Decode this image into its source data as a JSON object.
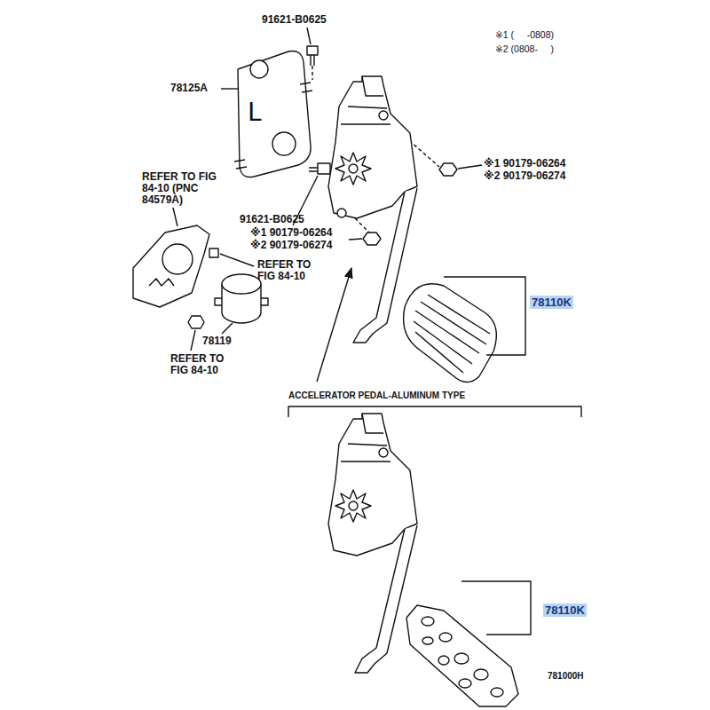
{
  "diagram": {
    "labels": [
      "91621-B0625",
      "※1 (     -0808)",
      "※2 (0808-     )",
      "78125A",
      "L",
      "REFER TO FIG 84-10 (PNC 84579A)",
      "※1 90179-06264",
      "※2 90179-06274",
      "91621-B0625",
      "※1 90179-06264",
      "※2 90179-06274",
      "REFER TO FIG 84-10",
      "78110K",
      "78119",
      "REFER TO FIG 84-10",
      "ACCELERATOR PEDAL-ALUMINUM TYPE",
      "78110K",
      "781000H"
    ]
  }
}
